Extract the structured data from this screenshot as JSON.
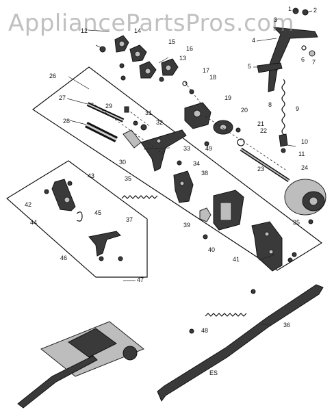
{
  "watermark": "AppliancePartsPros.com",
  "figure_code": "ES",
  "callouts": [
    "1",
    "2",
    "3",
    "4",
    "5",
    "6",
    "7",
    "8",
    "9",
    "10",
    "11",
    "12",
    "13",
    "14",
    "15",
    "16",
    "17",
    "18",
    "19",
    "20",
    "21",
    "22",
    "23",
    "24",
    "25",
    "26",
    "27",
    "28",
    "29",
    "30",
    "31",
    "32",
    "33",
    "34",
    "35",
    "36",
    "37",
    "38",
    "39",
    "40",
    "41",
    "42",
    "43",
    "44",
    "45",
    "46",
    "47",
    "48",
    "49"
  ],
  "icons": [
    "screw-icon",
    "spring-icon",
    "lever-icon",
    "cam-icon",
    "shaft-icon",
    "knob-icon",
    "bracket-icon",
    "washer-icon"
  ]
}
